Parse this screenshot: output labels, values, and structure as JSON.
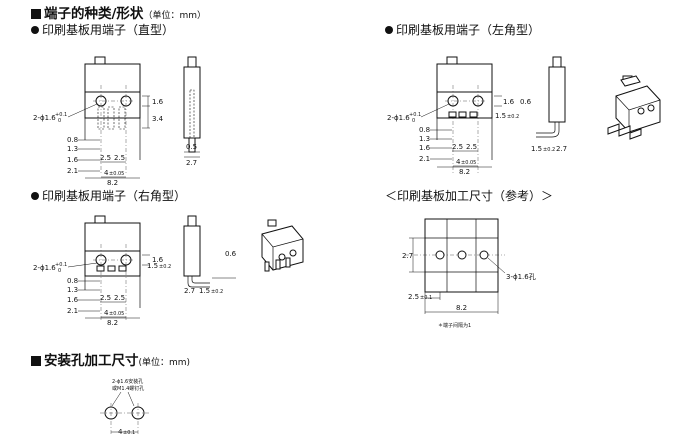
{
  "sections": {
    "shapes": {
      "title": "端子的种类/形状",
      "unit": "（单位：mm）"
    },
    "mount": {
      "title": "安装孔加工尺寸",
      "unit": "(单位：mm)"
    }
  },
  "figures": {
    "straight": {
      "title": "印刷基板用端子（直型）",
      "labels": {
        "hole": "2-ϕ1.6",
        "tol_top": "+0.1",
        "tol_bot": "0",
        "d16": "1.6",
        "d34": "3.4",
        "d08": "0.8",
        "d13": "1.3",
        "d16b": "1.6",
        "d21": "2.1",
        "d25a": "2.5",
        "d25b": "2.5",
        "d4": "4",
        "d4tol": "±0.05",
        "d82": "8.2",
        "d05": "0.5",
        "d27": "2.7"
      }
    },
    "left_angle": {
      "title": "印刷基板用端子（左角型）",
      "labels": {
        "hole": "2-ϕ1.6",
        "tol_top": "+0.1",
        "tol_bot": "0",
        "d16": "1.6",
        "d06": "0.6",
        "d15": "1.5",
        "d15tol": "±0.2",
        "d15b": "1.5",
        "d15btol": "±0.2",
        "d27": "2.7",
        "d08": "0.8",
        "d13": "1.3",
        "d16b": "1.6",
        "d21": "2.1",
        "d25a": "2.5",
        "d25b": "2.5",
        "d4": "4",
        "d4tol": "±0.05",
        "d82": "8.2"
      }
    },
    "right_angle": {
      "title": "印刷基板用端子（右角型）",
      "labels": {
        "hole": "2-ϕ1.6",
        "tol_top": "+0.1",
        "tol_bot": "0",
        "d16": "1.6",
        "d15": "1.5",
        "d15tol": "±0.2",
        "d08": "0.8",
        "d13": "1.3",
        "d16b": "1.6",
        "d21": "2.1",
        "d25a": "2.5",
        "d25b": "2.5",
        "d4": "4",
        "d4tol": "±0.05",
        "d82": "8.2",
        "d06": "0.6",
        "d27": "2.7",
        "d15b": "1.5",
        "d15btol": "±0.2"
      }
    },
    "pcb": {
      "title": "＜印刷基板加工尺寸（参考）＞",
      "labels": {
        "d27": "2.7",
        "hole": "3-ϕ1.6孔",
        "d25": "2.5",
        "d25tol": "±0.1",
        "d82": "8.2",
        "note": "＊端子间隔为1"
      }
    },
    "mounting": {
      "labels": {
        "line1": "2-ϕ1.6安装孔",
        "line2": "或M1.4螺钉孔",
        "d4": "4",
        "d4tol": "±0.1"
      }
    }
  }
}
